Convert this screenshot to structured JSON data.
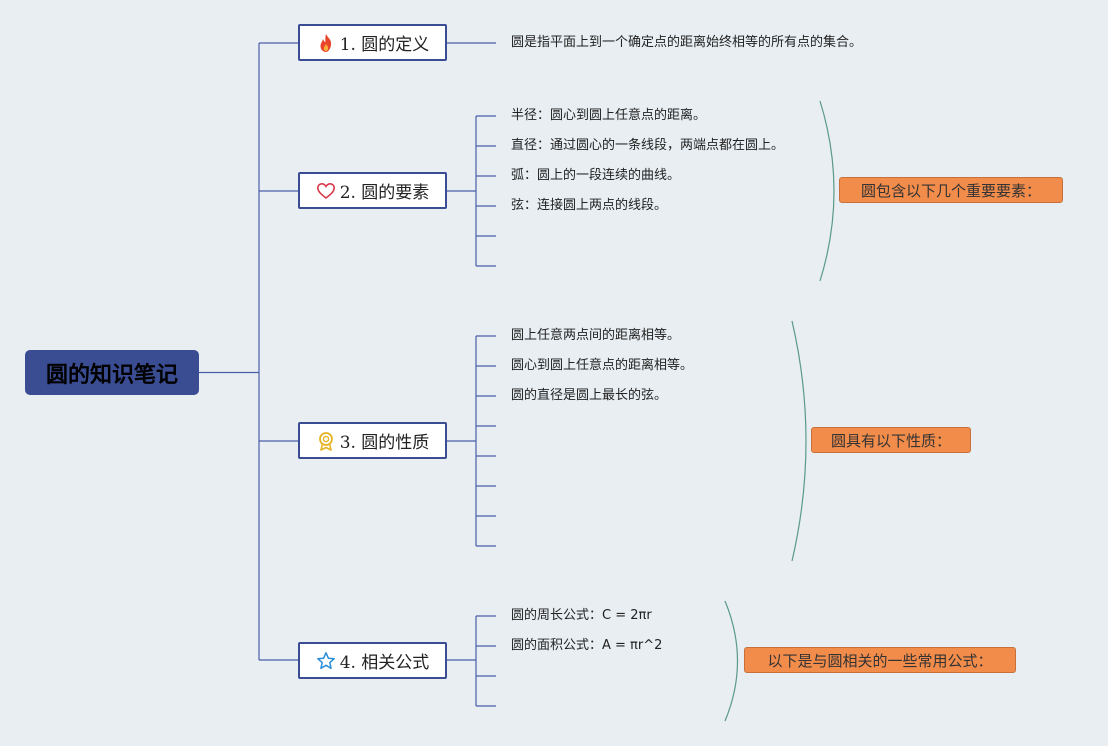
{
  "root": {
    "title": "圆的知识笔记"
  },
  "branches": [
    {
      "label": "1. 圆的定义",
      "icon": "fire-icon",
      "leaves": [
        "圆是指平面上到一个确定点的距离始终相等的所有点的集合。"
      ]
    },
    {
      "label": "2. 圆的要素",
      "icon": "heart-icon",
      "leaves": [
        "半径：圆心到圆上任意点的距离。",
        "直径：通过圆心的一条线段，两端点都在圆上。",
        "弧：圆上的一段连续的曲线。",
        "弦：连接圆上两点的线段。"
      ],
      "summary": "圆包含以下几个重要要素："
    },
    {
      "label": "3. 圆的性质",
      "icon": "medal-icon",
      "leaves": [
        "圆上任意两点间的距离相等。",
        "圆心到圆上任意点的距离相等。",
        "圆的直径是圆上最长的弦。"
      ],
      "summary": "圆具有以下性质："
    },
    {
      "label": "4. 相关公式",
      "icon": "star-icon",
      "leaves": [
        "圆的周长公式：C = 2πr",
        "圆的面积公式：A = πr^2"
      ],
      "summary": "以下是与圆相关的一些常用公式："
    }
  ],
  "colors": {
    "root": "#3a4d93",
    "connector": "#4a5ea8",
    "summary": "#f28c4b",
    "brace": "#5a9a86",
    "background": "#e8eef2"
  }
}
